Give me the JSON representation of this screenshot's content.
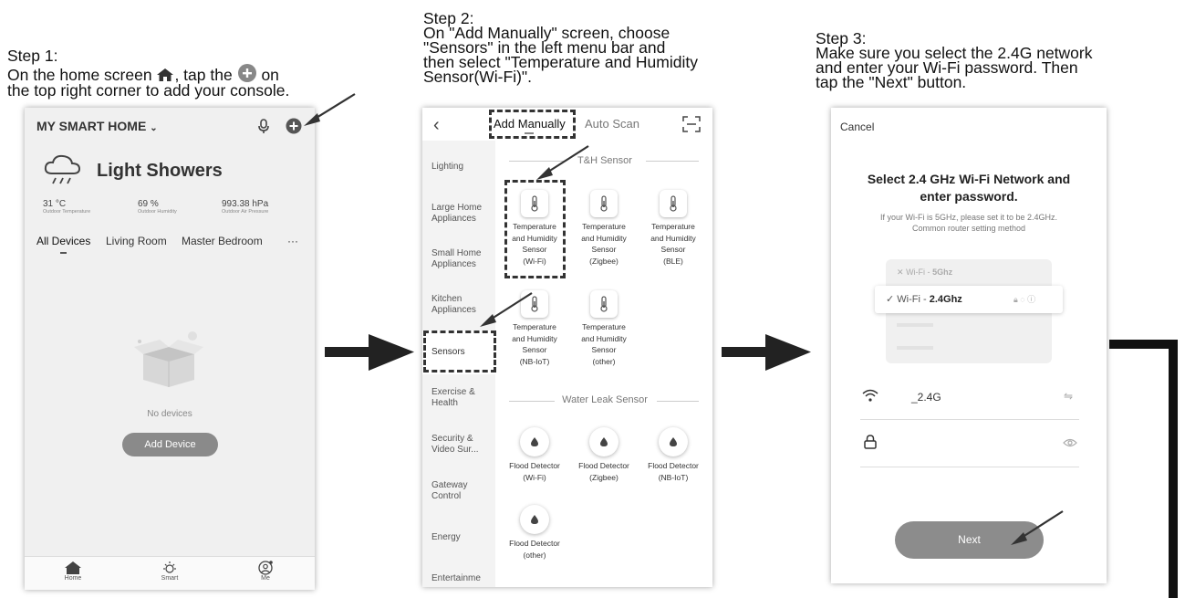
{
  "step1": {
    "caption": [
      "Step 1:",
      "On the home screen",
      ", tap the",
      "on",
      "the top right corner to add your console."
    ],
    "header_title": "MY SMART HOME",
    "weather": {
      "title": "Light Showers",
      "stats": [
        {
          "value": "31 °C",
          "label": "Outdoor Temperature"
        },
        {
          "value": "69 %",
          "label": "Outdoor Humidity"
        },
        {
          "value": "993.38 hPa",
          "label": "Outdoor Air Pressure"
        }
      ]
    },
    "tabs": [
      "All Devices",
      "Living Room",
      "Master Bedroom",
      "···"
    ],
    "empty_text": "No devices",
    "add_button": "Add Device",
    "nav": [
      "Home",
      "Smart",
      "Me"
    ]
  },
  "step2": {
    "caption": [
      "Step 2:",
      "On \"Add Manually\" screen, choose",
      "\"Sensors\" in the left menu bar and",
      "then select \"Temperature and Humidity",
      "Sensor(Wi-Fi)\"."
    ],
    "tab_manual": "Add Manually",
    "tab_auto": "Auto Scan",
    "sidebar": [
      "Lighting",
      "Large Home Appliances",
      "Small Home Appliances",
      "Kitchen Appliances",
      "Sensors",
      "Exercise & Health",
      "Security & Video Sur...",
      "Gateway Control",
      "Energy",
      "Entertainme"
    ],
    "section_th": "T&H Sensor",
    "th_devices": [
      [
        "Temperature",
        "and Humidity",
        "Sensor",
        "(Wi-Fi)"
      ],
      [
        "Temperature",
        "and Humidity",
        "Sensor",
        "(Zigbee)"
      ],
      [
        "Temperature",
        "and Humidity",
        "Sensor",
        "(BLE)"
      ],
      [
        "Temperature",
        "and Humidity",
        "Sensor",
        "(NB-IoT)"
      ],
      [
        "Temperature",
        "and Humidity",
        "Sensor",
        "(other)"
      ]
    ],
    "section_leak": "Water Leak Sensor",
    "leak_devices": [
      [
        "Flood Detector",
        "(Wi-Fi)"
      ],
      [
        "Flood Detector",
        "(Zigbee)"
      ],
      [
        "Flood Detector",
        "(NB-IoT)"
      ],
      [
        "Flood Detector",
        "(other)"
      ]
    ]
  },
  "step3": {
    "caption": [
      "Step 3:",
      "Make sure you select the 2.4G network",
      "and enter your Wi-Fi password. Then",
      "tap the \"Next\" button."
    ],
    "cancel": "Cancel",
    "title_line1": "Select 2.4 GHz Wi-Fi Network and",
    "title_line2": "enter password.",
    "sub_line1": "If your Wi-Fi is 5GHz, please set it to be 2.4GHz.",
    "sub_line2": "Common router setting method",
    "net_5g": [
      "Wi-Fi - ",
      "5Ghz"
    ],
    "net_24g": [
      "Wi-Fi - ",
      "2.4Ghz"
    ],
    "ssid": "_2.4G",
    "next_button": "Next"
  }
}
